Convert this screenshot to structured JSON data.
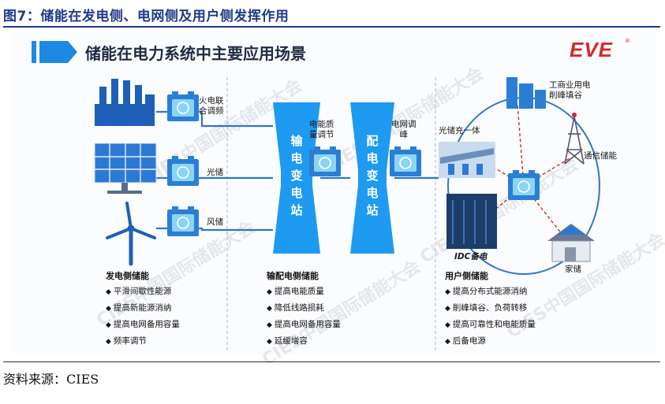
{
  "figure": {
    "caption": "图7：储能在发电侧、电网侧及用户侧发挥作用",
    "source": "资料来源：CIES"
  },
  "panel": {
    "title": "储能在电力系统中主要应用场景",
    "logo": "EVE",
    "logo_reg": "®",
    "watermark": "CIES中国国际储能大会"
  },
  "generation": {
    "labels": [
      "火电联\n合调频",
      "光储",
      "风储"
    ],
    "section_title": "发电侧储能",
    "bullets": [
      "平滑间歇性能源",
      "提高新能源消纳",
      "提高电网备用容量",
      "频率调节"
    ]
  },
  "grid": {
    "transmission_station": "输电变电站",
    "distribution_station": "配电变电站",
    "labels": [
      "电能质\n量调节",
      "电网调\n峰"
    ],
    "section_title": "输配电侧储能",
    "bullets": [
      "提高电能质量",
      "降低线路损耗",
      "提高电网备用容量",
      "延缓增容"
    ]
  },
  "user": {
    "labels": {
      "pv_charging": "光储充一体",
      "commercial": "工商业用电\n削峰填谷",
      "telecom": "通信储能",
      "idc": "IDC备电",
      "home": "家储"
    },
    "section_title": "用户侧储能",
    "bullets": [
      "提高分布式能源消纳",
      "削峰填谷、负荷转移",
      "提高可靠性和电能质量",
      "后备电源"
    ]
  },
  "colors": {
    "caption": "#1f3a8a",
    "accent_blue": "#1e88e5",
    "tower_blue": "#1e9af0",
    "line_blue": "#2f77c9",
    "logo_red": "#d6262a",
    "dash_red": "#d02828"
  }
}
